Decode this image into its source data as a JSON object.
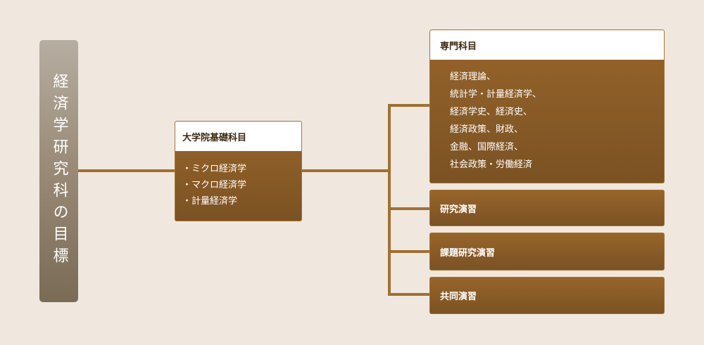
{
  "diagram": {
    "goal_label": "経済学研究科の目標",
    "foundation": {
      "title": "大学院基礎科目",
      "items": [
        "・ミクロ経済学",
        "・マクロ経済学",
        "・計量経済学"
      ]
    },
    "specialized": {
      "title": "専門科目",
      "items": [
        "経済理論、",
        "統計学・計量経済学、",
        "経済学史、経済史、",
        "経済政策、財政、",
        "金融、国際経済、",
        "社会政策・労働経済"
      ]
    },
    "seminars": [
      "研究演習",
      "課題研究演習",
      "共同演習"
    ]
  },
  "colors": {
    "background": "#f0e8df",
    "card": "#8a5c27",
    "connector": "#a1702f",
    "goal_box": "#9b8d79"
  }
}
